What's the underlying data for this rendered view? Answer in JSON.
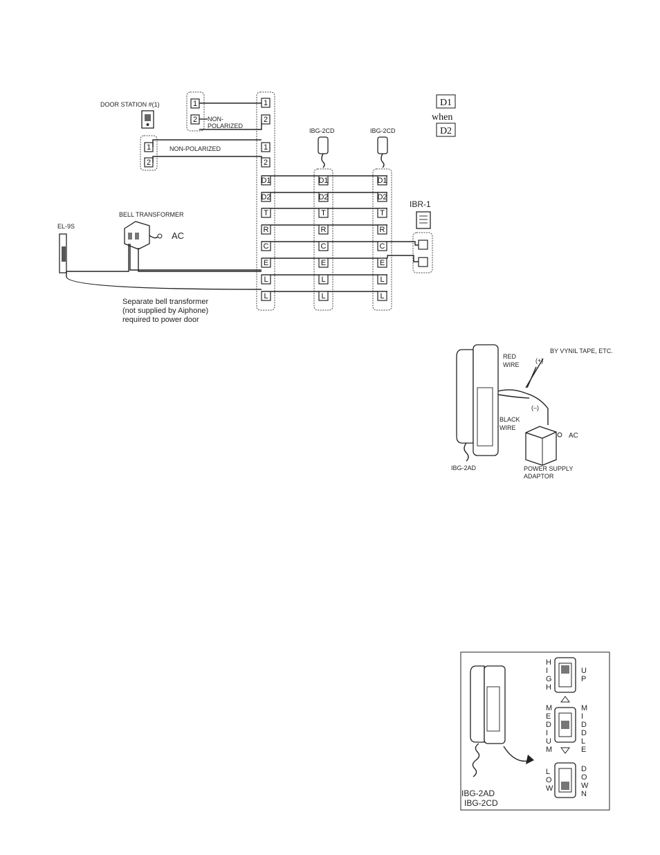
{
  "diagram1": {
    "door_station_label": "DOOR STATION #(1)",
    "non_polarized_top_1": "NON-",
    "non_polarized_top_2": "POLARIZED",
    "non_polarized_mid": "NON-POLARIZED",
    "ibg2cd_label_1": "IBG-2CD",
    "ibg2cd_label_2": "IBG-2CD",
    "ibr1_label": "IBR-1",
    "bell_transformer_label": "BELL TRANSFORMER",
    "ac_label": "AC",
    "el9s_label": "EL-9S",
    "note_line1": "Separate bell transformer",
    "note_line2": "(not supplied by Aiphone)",
    "note_line3": "required to power door",
    "term_1": "1",
    "term_2": "2",
    "term_d1": "D1",
    "term_d2": "D2",
    "term_t": "T",
    "term_r": "R",
    "term_c": "C",
    "term_e": "E",
    "term_l": "L",
    "legend_d1": "D1",
    "legend_when": "when",
    "legend_d2": "D2"
  },
  "diagram2": {
    "vynil_tape_label": "BY VYNIL TAPE, ETC.",
    "red_wire_1": "RED",
    "red_wire_2": "WIRE",
    "plus_label": "(+)",
    "minus_label": "(–)",
    "black_wire_1": "BLACK",
    "black_wire_2": "WIRE",
    "ac_label": "AC",
    "ibg2ad_label": "IBG-2AD",
    "psu_label_1": "POWER SUPPLY",
    "psu_label_2": "ADAPTOR"
  },
  "diagram3": {
    "high_letters": [
      "H",
      "I",
      "G",
      "H"
    ],
    "up_letters": [
      "U",
      "P"
    ],
    "medium_letters": [
      "M",
      "E",
      "D",
      "I",
      "U",
      "M"
    ],
    "middle_letters": [
      "M",
      "I",
      "D",
      "D",
      "L",
      "E"
    ],
    "low_letters": [
      "L",
      "O",
      "W"
    ],
    "down_letters": [
      "D",
      "O",
      "W",
      "N"
    ],
    "model_1": "IBG-2AD",
    "model_2": "IBG-2CD"
  }
}
